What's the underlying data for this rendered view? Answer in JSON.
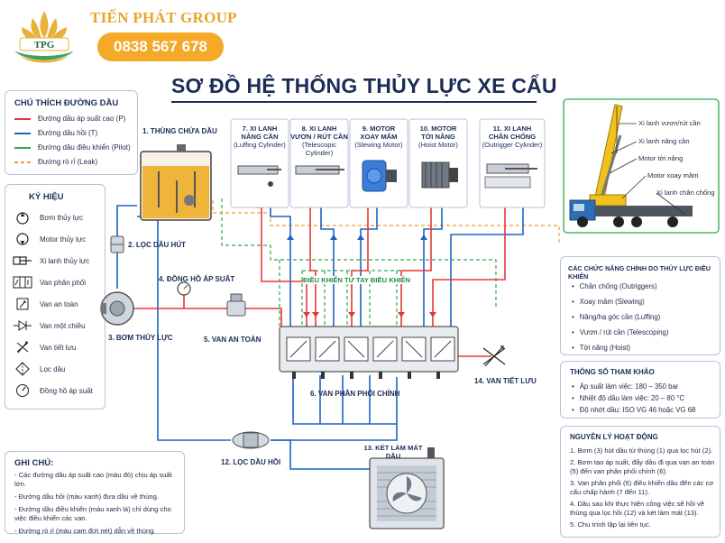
{
  "brand": {
    "logo_text": "TPG",
    "name": "TIẾN PHÁT GROUP",
    "phone": "0838 567 678"
  },
  "title": "SƠ ĐỒ HỆ THỐNG THỦY LỰC XE CẨU",
  "line_legend": {
    "title": "CHÚ THÍCH ĐƯỜNG DẦU",
    "items": [
      {
        "label": "Đường dầu áp suất cao (P)",
        "color": "#e53935"
      },
      {
        "label": "Đường dầu hồi (T)",
        "color": "#1e63c4"
      },
      {
        "label": "Đường dầu điều khiển (Pilot)",
        "color": "#2eaa4a"
      },
      {
        "label": "Đường rò rỉ (Leak)",
        "color": "#f29b38"
      }
    ]
  },
  "symbols": {
    "title": "KÝ HIỆU",
    "items": [
      {
        "label": "Bơm thủy lực",
        "icon": "pump-symbol-icon"
      },
      {
        "label": "Motor thủy lực",
        "icon": "motor-symbol-icon"
      },
      {
        "label": "Xi lanh thủy lực",
        "icon": "cylinder-symbol-icon"
      },
      {
        "label": "Van phân phối",
        "icon": "directional-valve-icon"
      },
      {
        "label": "Van an toàn",
        "icon": "relief-valve-icon"
      },
      {
        "label": "Van một chiều",
        "icon": "check-valve-icon"
      },
      {
        "label": "Van tiết lưu",
        "icon": "throttle-valve-icon"
      },
      {
        "label": "Lọc dầu",
        "icon": "filter-symbol-icon"
      },
      {
        "label": "Đồng hồ áp suất",
        "icon": "gauge-symbol-icon"
      }
    ]
  },
  "notes": {
    "title": "GHI CHÚ:",
    "items": [
      "- Các đường dầu áp suất cao (màu đỏ) chịu áp suất lớn.",
      "- Đường dầu hồi (màu xanh) đưa dầu về thùng.",
      "- Đường dầu điều khiển (màu xanh lá) chỉ dùng cho việc điều khiển các van.",
      "- Đường rò rỉ (màu cam đứt nét) dẫn về thùng."
    ]
  },
  "components": {
    "tank": "1. THÙNG CHỨA DẦU",
    "suction_filter": "2. LỌC DẦU HÚT",
    "pump": "3. BƠM THỦY LỰC",
    "gauge": "4. ĐỒNG HỒ ÁP SUẤT",
    "relief": "5. VAN AN TOÀN",
    "main_valve": "6. VAN PHÂN PHỐI CHÍNH",
    "pilot_label": "ĐIỀU KHIỂN TỪ TAY ĐIỀU KHIỂN",
    "luffing": {
      "l1": "7. XI LANH",
      "l2": "NÂNG CẦN",
      "l3": "(Luffing Cylinder)"
    },
    "telescopic": {
      "l1": "8. XI LANH",
      "l2": "VƯƠN / RÚT CẦN",
      "l3": "(Telescopic Cylinder)"
    },
    "slewing": {
      "l1": "9. MOTOR",
      "l2": "XOAY MÂM",
      "l3": "(Slewing Motor)"
    },
    "hoist": {
      "l1": "10. MOTOR",
      "l2": "TỜI NÂNG",
      "l3": "(Hoist Motor)"
    },
    "outrigger": {
      "l1": "11. XI LANH",
      "l2": "CHÂN CHỐNG",
      "l3": "(Outrigger Cylinder)"
    },
    "return_filter": "12. LỌC DẦU HỒI",
    "cooler": {
      "l1": "13. KÉT LÀM MÁT",
      "l2": "DẦU"
    },
    "throttle": "14. VAN TIẾT LƯU"
  },
  "crane": {
    "labels": [
      "Xi lanh vươn/rút cần",
      "Xi lanh nâng cần",
      "Motor tời nâng",
      "Motor xoay mâm",
      "Xi lanh chân chống"
    ]
  },
  "functions": {
    "title": "CÁC CHỨC NĂNG CHÍNH DO THỦY LỰC ĐIỀU KHIỂN",
    "items": [
      "Chân chống (Outriggers)",
      "Xoay mâm (Slewing)",
      "Nâng/hạ góc cần (Luffing)",
      "Vươn / rút cần (Telescoping)",
      "Tời nâng (Hoist)"
    ]
  },
  "specs": {
    "title": "THÔNG SỐ THAM KHẢO",
    "items": [
      "Áp suất làm việc: 180 – 350 bar",
      "Nhiệt độ dầu làm việc: 20 – 80 °C",
      "Độ nhớt dầu: ISO VG 46 hoặc VG 68"
    ]
  },
  "principle": {
    "title": "NGUYÊN LÝ HOẠT ĐỘNG",
    "items": [
      "1. Bơm (3) hút dầu từ thùng (1) qua lọc hút (2).",
      "2. Bơm tạo áp suất, đẩy dầu đi qua van an toàn (5) đến van phân phối chính (6).",
      "3. Van phân phối (6) điều khiển dầu đến các cơ cấu chấp hành (7 đến 11).",
      "4. Dầu sau khi thực hiện công việc sẽ hồi về thùng qua lọc hồi (12) và két làm mát (13).",
      "5. Chu trình lặp lại liên tục."
    ]
  }
}
